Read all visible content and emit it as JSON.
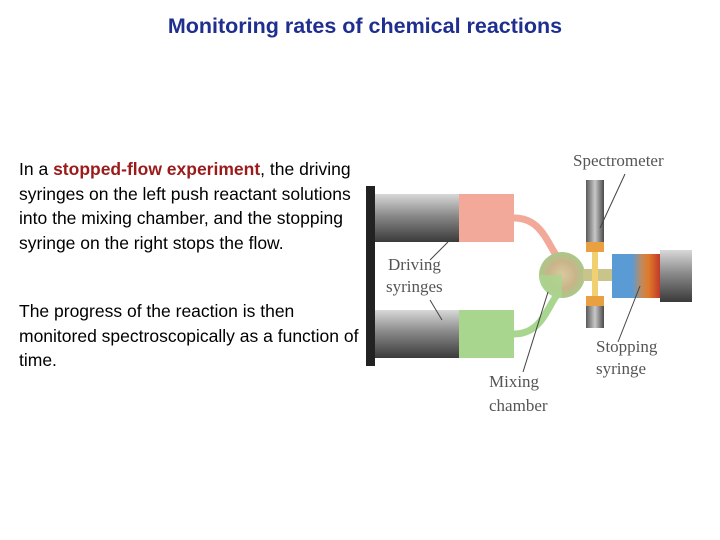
{
  "title": "Monitoring rates of chemical reactions",
  "paragraph1": {
    "prefix": "In a ",
    "highlight": "stopped-flow experiment",
    "suffix": ", the driving syringes on the left push reactant solutions into the mixing chamber, and the stopping syringe on the right stops the flow."
  },
  "paragraph2": "The progress of the reaction is then monitored spectroscopically as a function of time.",
  "diagram": {
    "label_spectrometer": "Spectrometer",
    "label_driving_1": "Driving",
    "label_driving_2": "syringes",
    "label_stopping_1": "Stopping",
    "label_stopping_2": "syringe",
    "label_mixing_1": "Mixing",
    "label_mixing_2": "chamber"
  },
  "colors": {
    "title": "#1f2f8f",
    "highlight": "#9b1b1b",
    "reactant_a": "#f2a99a",
    "reactant_b": "#a9d68f",
    "stopping_fluid": "#5b9bd5"
  }
}
